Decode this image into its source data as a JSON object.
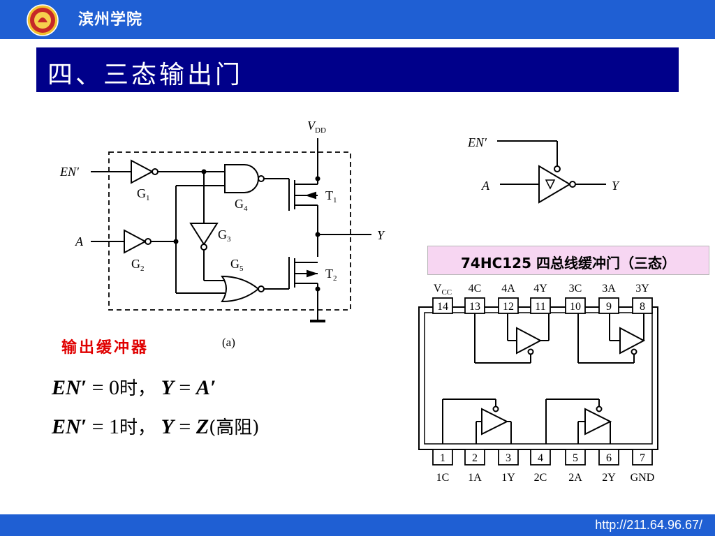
{
  "header": {
    "school_name": "滨州学院"
  },
  "slide": {
    "title": "四、三态输出门"
  },
  "circuit": {
    "vdd": "V",
    "vdd_sub": "DD",
    "en": "EN′",
    "a": "A",
    "y": "Y",
    "g1": "G",
    "g1_sub": "1",
    "g2": "G",
    "g2_sub": "2",
    "g3": "G",
    "g3_sub": "3",
    "g4": "G",
    "g4_sub": "4",
    "g5": "G",
    "g5_sub": "5",
    "t1": "T",
    "t1_sub": "1",
    "t2": "T",
    "t2_sub": "2",
    "fig_label": "(a)"
  },
  "symbol": {
    "en": "EN′",
    "a": "A",
    "y": "Y"
  },
  "chip": {
    "caption": "74HC125 四总线缓冲门（三态）",
    "top_pins": [
      {
        "name": "V",
        "sub": "CC",
        "num": "14"
      },
      {
        "name": "4C",
        "sub": "",
        "num": "13"
      },
      {
        "name": "4A",
        "sub": "",
        "num": "12"
      },
      {
        "name": "4Y",
        "sub": "",
        "num": "11"
      },
      {
        "name": "3C",
        "sub": "",
        "num": "10"
      },
      {
        "name": "3A",
        "sub": "",
        "num": "9"
      },
      {
        "name": "3Y",
        "sub": "",
        "num": "8"
      }
    ],
    "bottom_pins": [
      {
        "name": "1C",
        "num": "1"
      },
      {
        "name": "1A",
        "num": "2"
      },
      {
        "name": "1Y",
        "num": "3"
      },
      {
        "name": "2C",
        "num": "4"
      },
      {
        "name": "2A",
        "num": "5"
      },
      {
        "name": "2Y",
        "num": "6"
      },
      {
        "name": "GND",
        "num": "7"
      }
    ]
  },
  "notes": {
    "buffer_label": "输出缓冲器",
    "f1": {
      "lhs": "EN′",
      "eq": " = 0",
      "when": "时，",
      "y": "Y",
      "eq2": " = ",
      "rhs": "A′",
      "tail": ""
    },
    "f2": {
      "lhs": "EN′",
      "eq": " = 1",
      "when": "时，",
      "y": "Y",
      "eq2": " = ",
      "rhs": "Z",
      "tail": "(高阻)"
    }
  },
  "footer": {
    "url": "http://211.64.96.67/"
  }
}
